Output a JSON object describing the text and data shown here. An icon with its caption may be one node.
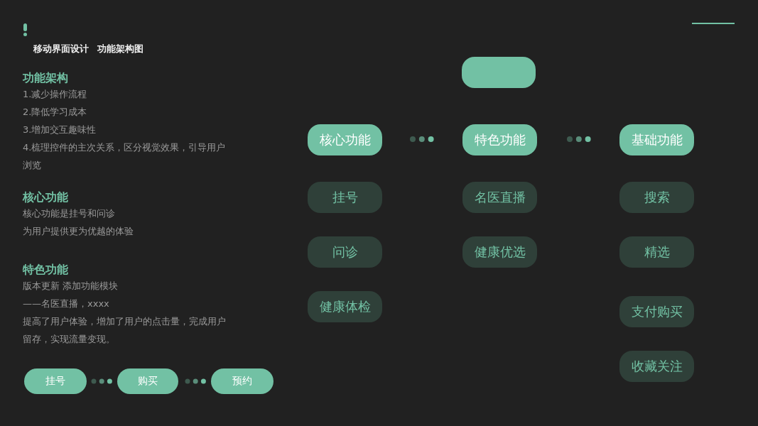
{
  "diagram": {
    "nodes": [
      {
        "text": [],
        "shape": "box"
      },
      {
        "text": [
          "核心功能"
        ]
      },
      {
        "text": [
          "特色功能"
        ]
      },
      {
        "text": [
          "基础功能"
        ]
      },
      {
        "text": [
          "挂号"
        ]
      },
      {
        "text": [
          "问诊"
        ]
      },
      {
        "text": [
          "健康体检"
        ]
      },
      {
        "text": [
          "名医直播"
        ]
      },
      {
        "text": [
          "健康优选"
        ]
      },
      {
        "text": [
          "搜索"
        ]
      },
      {
        "text": [
          "精选"
        ]
      },
      {
        "text": [
          "支付购买"
        ]
      },
      {
        "text": [
          "收藏关注"
        ]
      },
      {
        "text": [
          "挂号"
        ]
      },
      {
        "text": [
          "购买"
        ]
      },
      {
        "text": [
          "预约"
        ]
      }
    ],
    "labels": [
      "移动界面设计",
      "功能架构图",
      "功能架构",
      "1.减少操作流程",
      "2.降低学习成本",
      "3.增加交互趣味性",
      "4.梳理控件的主次关系，区分视觉效果，引导用户浏览",
      "核心功能",
      "核心功能是挂号和问诊",
      "为用户提供更为优越的体验",
      "特色功能",
      "版本更新 添加功能模块",
      "——名医直播，xxxx",
      "提高了用户体验，增加了用户的点击量，完成用户留存，实现流量变现。"
    ]
  }
}
